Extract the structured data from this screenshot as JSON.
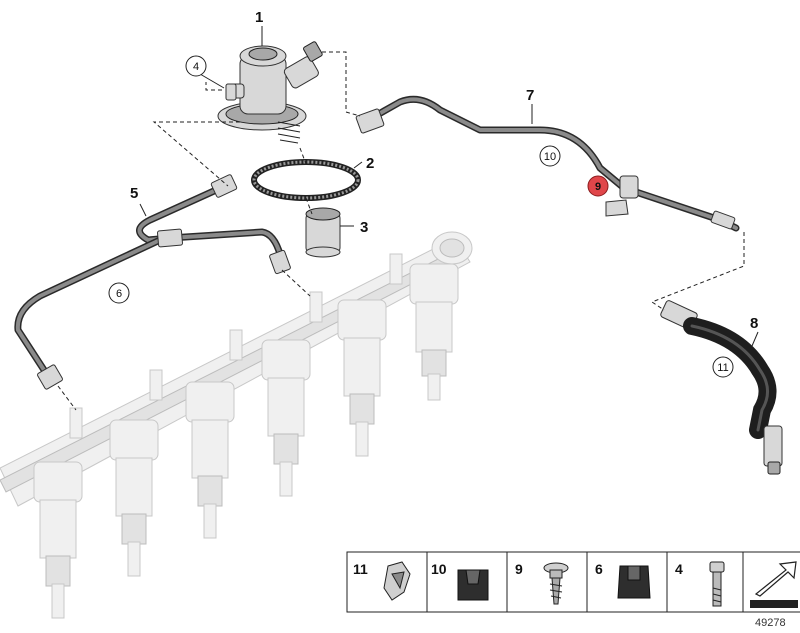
{
  "callouts": {
    "c1": "1",
    "c2": "2",
    "c3": "3",
    "c4": "4",
    "c5": "5",
    "c6": "6",
    "c7": "7",
    "c8": "8",
    "c9": "9",
    "c10": "10",
    "c11": "11"
  },
  "legend": [
    {
      "number": "11",
      "icon": "hose-clip-icon"
    },
    {
      "number": "10",
      "icon": "rubber-grommet-icon"
    },
    {
      "number": "9",
      "icon": "screw-icon"
    },
    {
      "number": "6",
      "icon": "rubber-damper-icon"
    },
    {
      "number": "4",
      "icon": "bolt-icon"
    },
    {
      "icon": "arrow-mat-icon"
    }
  ],
  "document_number": "49278",
  "colors": {
    "highlight": "#e0464a",
    "line": "#222222",
    "ghost": "#c8c8c8"
  }
}
